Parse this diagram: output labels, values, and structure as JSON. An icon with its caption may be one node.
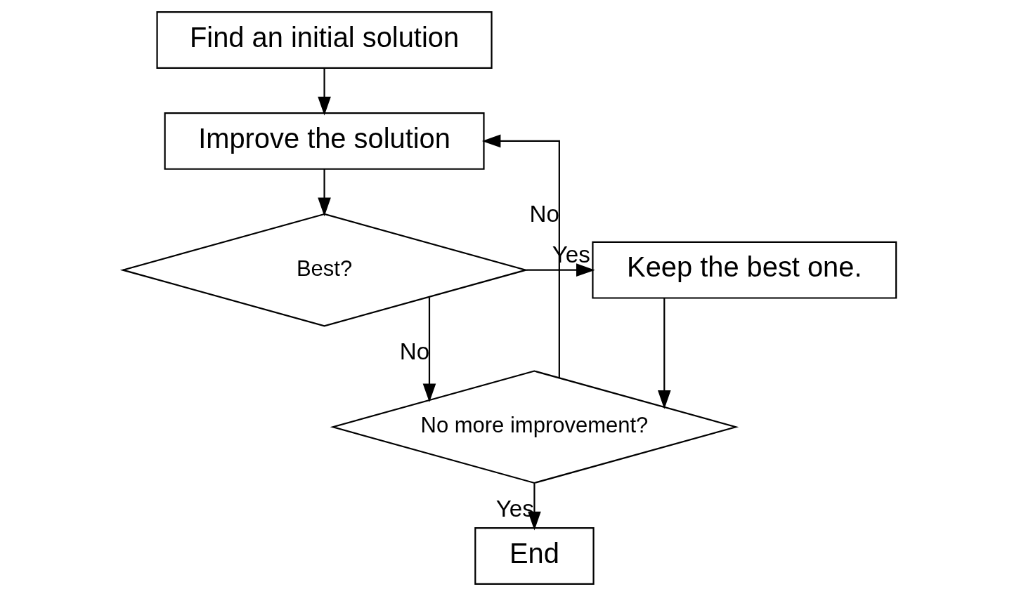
{
  "diagram": {
    "nodes": [
      {
        "text": [
          "Find an initial solution"
        ]
      },
      {
        "text": [
          "Improve the solution"
        ]
      },
      {
        "text": [
          "Best?"
        ]
      },
      {
        "text": [
          "Keep the best one."
        ]
      },
      {
        "text": [
          "No more improvement?"
        ]
      },
      {
        "text": [
          "End"
        ]
      }
    ],
    "edges": [
      {
        "from": 0,
        "to": 1,
        "arrow": "to"
      },
      {
        "from": 1,
        "to": 2,
        "arrow": "to"
      },
      {
        "from": 2,
        "to": 3,
        "arrow": "to",
        "label": "Yes"
      },
      {
        "from": 2,
        "to": 4,
        "arrow": "to",
        "label": "No"
      },
      {
        "from": 3,
        "to": 4,
        "arrow": "to"
      },
      {
        "from": 4,
        "to": 1,
        "arrow": "to",
        "label": "No"
      },
      {
        "from": 4,
        "to": 5,
        "arrow": "to",
        "label": "Yes"
      }
    ]
  }
}
